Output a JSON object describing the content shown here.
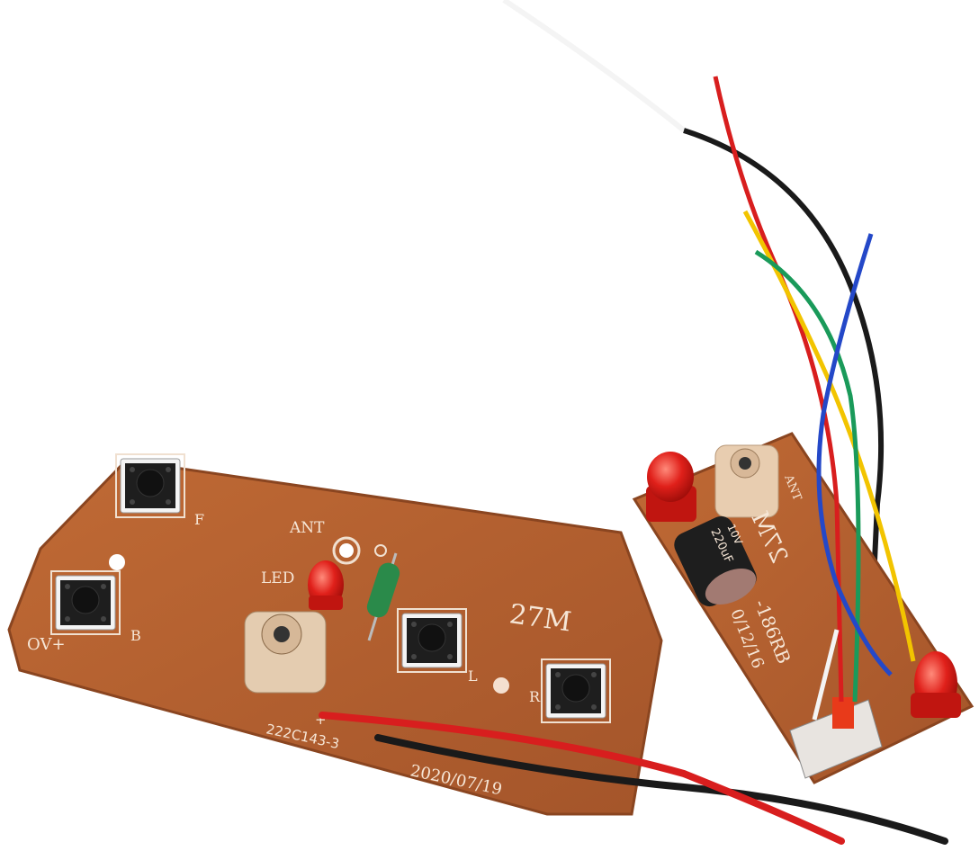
{
  "left_board": {
    "frequency": "27M",
    "ant_label": "ANT",
    "led_label": "LED",
    "btn_f_label": "F",
    "btn_b_label": "B",
    "btn_l_label": "L",
    "btn_r_label": "R",
    "power_label": "OV+",
    "plus_label": "+",
    "part_code": "222C143-3",
    "date": "2020/07/19"
  },
  "right_board": {
    "frequency": "27M",
    "model": "-186RB",
    "date": "0/12/16",
    "ant_label": "ANT",
    "capacitor_label": "220uF",
    "capacitor_voltage": "10V"
  },
  "colors": {
    "pcb": "#b4622f",
    "pcb_edge": "#8a4520",
    "wire_red": "#d81e1e",
    "wire_black": "#1a1a1a",
    "wire_yellow": "#f2c400",
    "wire_green": "#1a9a5a",
    "wire_blue": "#2448c8",
    "led_red": "#e0201a"
  }
}
